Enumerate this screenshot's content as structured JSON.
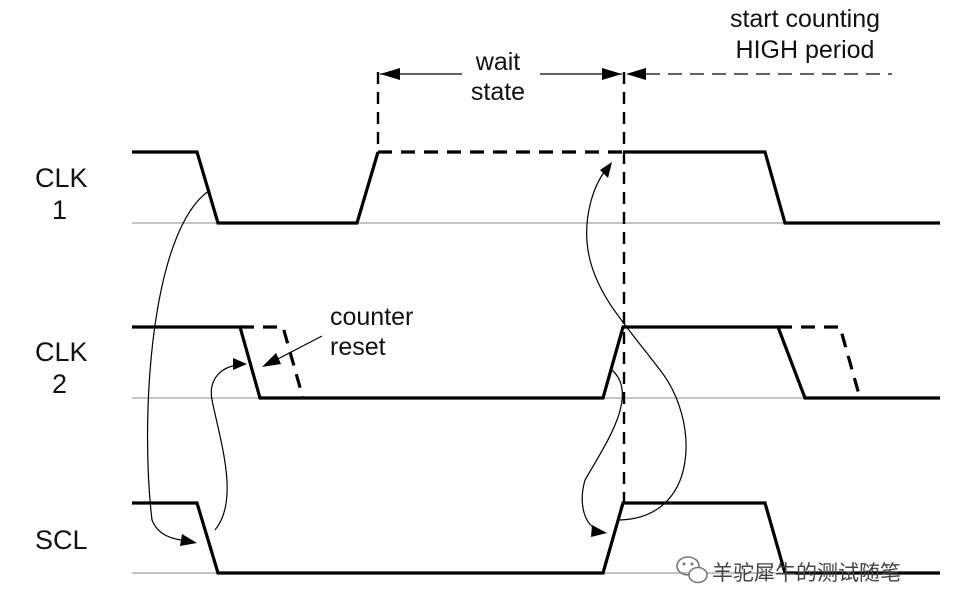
{
  "signals": {
    "clk1_line1": "CLK",
    "clk1_line2": "1",
    "clk2_line1": "CLK",
    "clk2_line2": "2",
    "scl": "SCL"
  },
  "annotations": {
    "wait_line1": "wait",
    "wait_line2": "state",
    "start_line1": "start counting",
    "start_line2": "HIGH period",
    "counter_line1": "counter",
    "counter_line2": "reset"
  },
  "watermark": {
    "text": "羊驼犀牛的测试随笔",
    "icon": "wechat-icon"
  }
}
